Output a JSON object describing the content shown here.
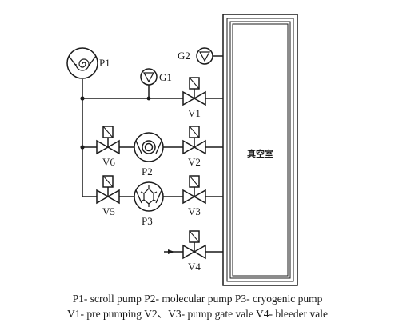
{
  "labels": {
    "p1": "P1",
    "p2": "P2",
    "p3": "P3",
    "g1": "G1",
    "g2": "G2",
    "v1": "V1",
    "v2": "V2",
    "v3": "V3",
    "v4": "V4",
    "v5": "V5",
    "v6": "V6",
    "chamber": "真空室"
  },
  "caption": {
    "line1": "P1- scroll pump  P2- molecular pump  P3- cryogenic pump",
    "line2": "V1- pre pumping  V2、V3- pump gate vale V4- bleeder vale"
  },
  "colors": {
    "line": "#1a1a1a",
    "background": "#ffffff"
  }
}
